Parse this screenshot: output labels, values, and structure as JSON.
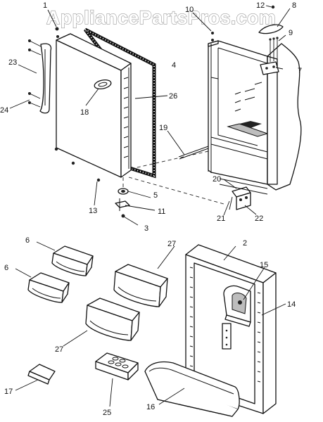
{
  "watermark": "AppliancePartsPros.com",
  "callouts": {
    "c1": "1",
    "c2": "2",
    "c3": "3",
    "c4": "4",
    "c5": "5",
    "c6a": "6",
    "c6b": "6",
    "c7": "7",
    "c8": "8",
    "c9": "9",
    "c10": "10",
    "c11": "11",
    "c12": "12",
    "c13": "13",
    "c14": "14",
    "c15": "15",
    "c16": "16",
    "c17": "17",
    "c18": "18",
    "c19": "19",
    "c20": "20",
    "c21": "21",
    "c22": "22",
    "c23": "23",
    "c24": "24",
    "c25": "25",
    "c26": "26",
    "c27a": "27",
    "c27b": "27"
  }
}
